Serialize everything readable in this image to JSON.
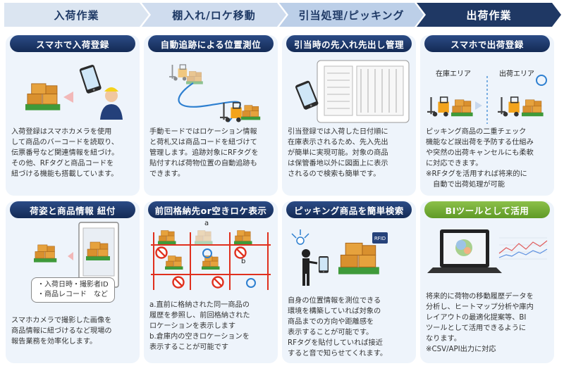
{
  "phases": [
    "入荷作業",
    "棚入れ/ロケ移動",
    "引当処理/ピッキング",
    "出荷作業"
  ],
  "cards": [
    {
      "title": "スマホで入荷登録",
      "lines": [
        "入荷登録はスマホカメラを使用",
        "して商品のバーコードを読取り、",
        "伝票番号など関連情報を紐づけ。",
        "その他、RFタグと商品コードを",
        "紐づける機能も搭載しています。"
      ]
    },
    {
      "title": "自動追跡による位置測位",
      "lines": [
        "手動モードではロケーション情報",
        "と荷札又は商品コードを紐づけて",
        "管理します。追跡対象にRFタグを",
        "貼付すれば荷物位置の自動追跡も",
        "できます。"
      ]
    },
    {
      "title": "引当時の先入れ先出し管理",
      "lines": [
        "引当登録では入荷した日付順に",
        "在庫表示されるため、先入先出",
        "が簡単に実現可能。対象の商品",
        "は保管番地以外に図面上に表示",
        "されるので検索も簡単です。"
      ]
    },
    {
      "title": "スマホで出荷登録",
      "lines": [
        "ピッキング商品の二重チェック",
        "機能など誤出荷を予防する仕組み",
        "や突然の出荷キャンセルにも柔軟",
        "に対応できます。",
        "※RFタグを活用すれば将来的に",
        "　自動で出荷処理が可能"
      ],
      "labels": {
        "left": "在庫エリア",
        "right": "出荷エリア"
      }
    },
    {
      "title": "荷姿と商品情報 紐付",
      "lines": [
        "スマホカメラで撮影した画像を",
        "商品情報に紐づけるなど現場の",
        "報告業務を効率化します。"
      ],
      "bubble": [
        "・入荷日時・撮影者ID",
        "・商品レコード　など"
      ]
    },
    {
      "title": "前回格納先or空きロケ表示",
      "lines": [
        "a.直前に格納された同一商品の",
        "履歴を参照し、前回格納された",
        "ロケーションを表示します",
        "b.倉庫内の空きロケーションを",
        "表示することが可能です"
      ],
      "labels": {
        "a": "a",
        "b": "b"
      }
    },
    {
      "title": "ピッキング商品を簡単検索",
      "lines": [
        "自身の位置情報を測位できる",
        "環境を構築していれば対象の",
        "商品までの方向や距離感を",
        "表示することが可能です。",
        "RFタグを貼付していれば接近",
        "すると音で知らせてくれます。"
      ],
      "tag": "RFID"
    },
    {
      "title": "BIツールとして活用",
      "lines": [
        "将来的に荷物の移動履歴データを",
        "分析し、ヒートマップ分析や庫内",
        "レイアウトの最適化提案等、BI",
        "ツールとして活用できるように",
        "なります。",
        "※CSV/API出力に対応"
      ]
    }
  ],
  "colors": {
    "phase_light": "#dbe5f1",
    "phase_mid": "#c6d6ea",
    "phase_dark": "#1f3864",
    "title_navy": "#1a3263",
    "title_green": "#7ab03a",
    "card_bg": "#eef4fb",
    "accent_red": "#e0301e"
  }
}
